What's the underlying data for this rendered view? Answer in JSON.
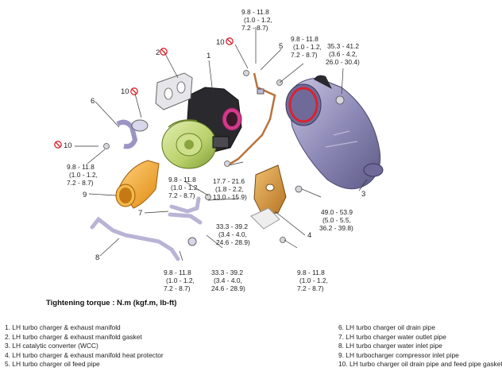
{
  "callouts": {
    "c1": "1",
    "c2": "2",
    "c3": "3",
    "c4": "4",
    "c5": "5",
    "c6": "6",
    "c7": "7",
    "c8": "8",
    "c9": "9",
    "c10a": "10",
    "c10b": "10",
    "c10c": "10"
  },
  "torques": {
    "t_top": [
      "9.8 - 11.8",
      "(1.0 - 1.2,",
      "7.2 - 8.7)"
    ],
    "t_pipe5": [
      "9.8 - 11.8",
      "(1.0 - 1.2,",
      "7.2 - 8.7)"
    ],
    "t_cat": [
      "35.3 - 41.2",
      "(3.6 - 4.2,",
      "26.0 - 30.4)"
    ],
    "t_left": [
      "9.8 - 11.8",
      "(1.0 - 1.2,",
      "7.2 - 8.7)"
    ],
    "t_center": [
      "9.8 - 11.8",
      "(1.0 - 1.2,",
      "7.2 - 8.7)"
    ],
    "t_drain": [
      "17.7 - 21.6",
      "(1.8 - 2.2,",
      "13.0 - 15.9)"
    ],
    "t_inlet1": [
      "33.3 - 39.2",
      "(3.4 - 4.0,",
      "24.6 - 28.9)"
    ],
    "t_shield": [
      "49.0 - 53.9",
      "(5.0 - 5.5,",
      "36.2 - 39.8)"
    ],
    "t_bottom": [
      "9.8 - 11.8",
      "(1.0 - 1.2,",
      "7.2 - 8.7)"
    ],
    "t_inlet2": [
      "33.3 - 39.2",
      "(3.4 - 4.0,",
      "24.6 - 28.9)"
    ],
    "t_bottomright": [
      "9.8 - 11.8",
      "(1.0 - 1.2,",
      "7.2 - 8.7)"
    ]
  },
  "caption": "Tightening torque : N.m (kgf.m, lb-ft)",
  "legend_left": [
    "1. LH turbo charger & exhaust manifold",
    "2. LH turbo charger & exhaust manifold gasket",
    "3. LH catalytic converter (WCC)",
    "4. LH turbo charger & exhaust manifold heat protector",
    "5. LH turbo charger oil feed pipe"
  ],
  "legend_right": [
    "6. LH turbo charger oil drain pipe",
    "7. LH turbo charger water outlet pipe",
    "8. LH turbo charger water inlet pipe",
    "9. LH turbocharger compressor inlet pipe",
    "10. LH turbo charger oil drain pipe and feed pipe gasket"
  ],
  "colors": {
    "turbo_green": "#b9d06a",
    "manifold_dark": "#2a2a2e",
    "flange_pink": "#d23a8a",
    "converter_purple": "#8f8bb8",
    "converter_red_ring": "#d9232e",
    "orange_pipe": "#f0a12a",
    "oil_pipe_copper": "#b8733a",
    "shield_gold": "#d89b3a",
    "pipe_lilac": "#b9b3d6",
    "no_reuse_red": "#d9232e"
  }
}
